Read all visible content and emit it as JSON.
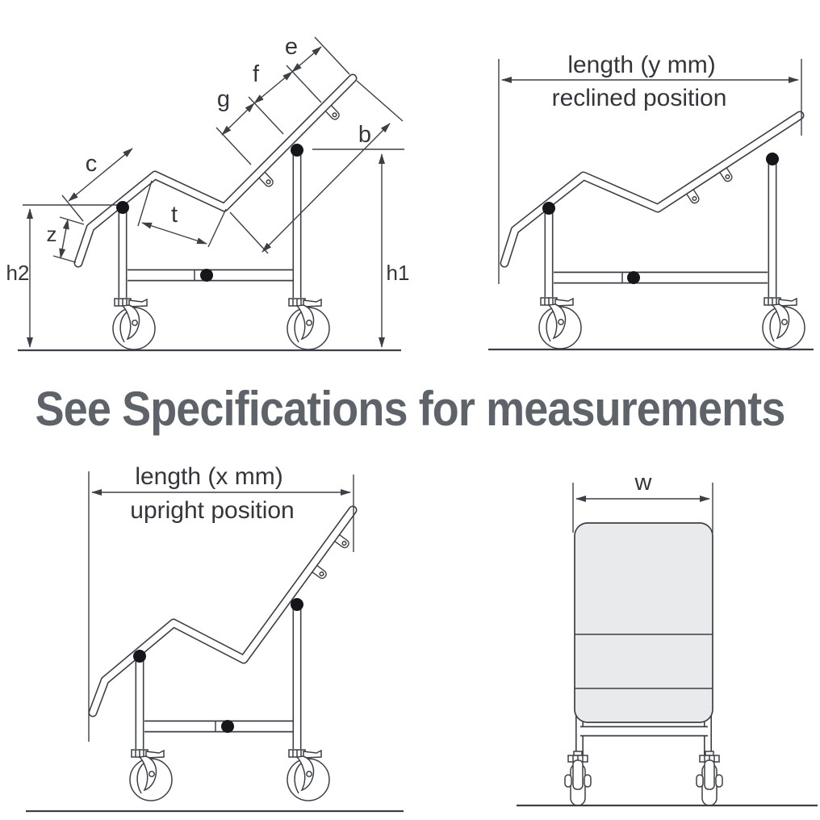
{
  "banner": {
    "text": "See Specifications for measurements"
  },
  "panels": {
    "side_detail": {
      "labels": {
        "e": "e",
        "f": "f",
        "g": "g",
        "b": "b",
        "c": "c",
        "t": "t",
        "z": "z",
        "h1": "h1",
        "h2": "h2"
      }
    },
    "reclined": {
      "length_label": "length (y mm)",
      "position_label": "reclined position"
    },
    "upright": {
      "length_label": "length (x mm)",
      "position_label": "upright position"
    },
    "front": {
      "width_label": "w"
    }
  },
  "colors": {
    "background": "#ffffff",
    "line": "#3c4046",
    "label_text": "#33373c",
    "banner_text": "#5d6369",
    "pivot_dot": "#141619",
    "seat_fill": "#e9eaec"
  }
}
